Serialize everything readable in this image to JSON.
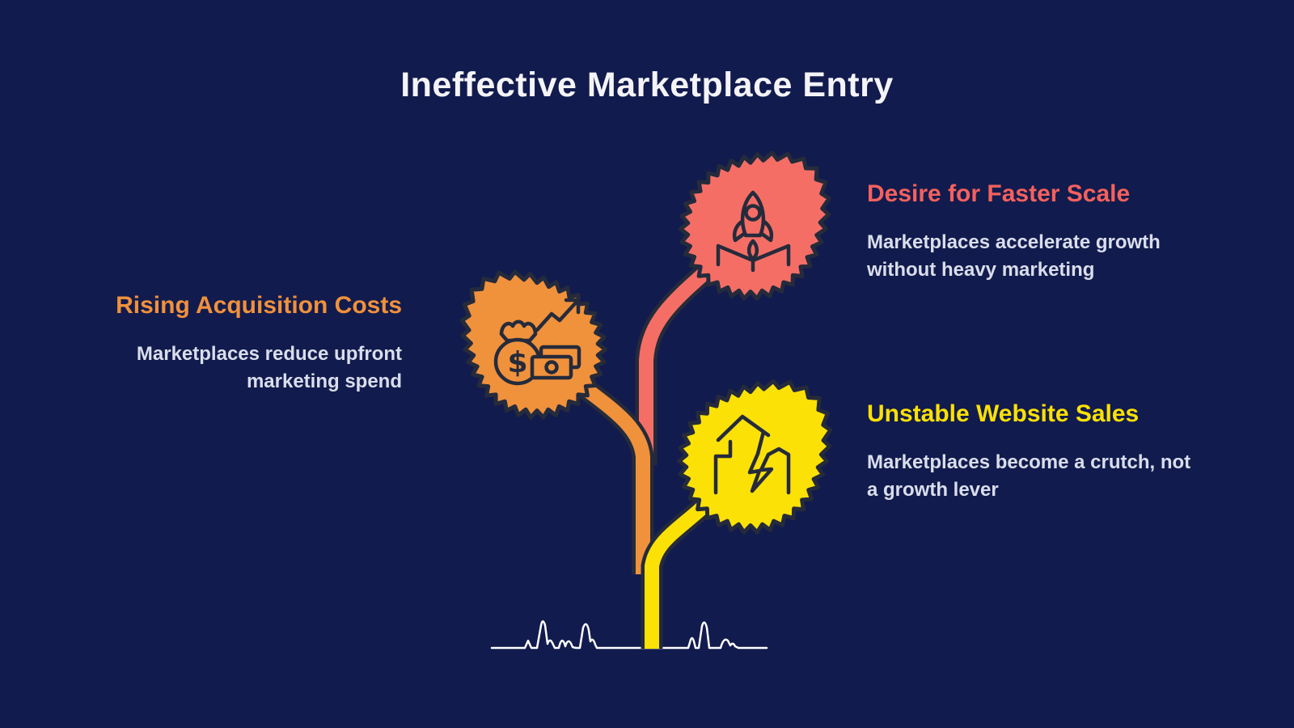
{
  "title": "Ineffective Marketplace Entry",
  "colors": {
    "background": "#121b4d",
    "title": "#f4f4f8",
    "body_text": "#d9deec",
    "outline": "#252b3b",
    "orange": "#f0913c",
    "coral": "#f4615d",
    "coral_leaf": "#f56e66",
    "yellow": "#fbe106",
    "ground_line": "#ffffff"
  },
  "items": [
    {
      "heading": "Rising Acquisition Costs",
      "heading_color": "#f0913c",
      "body_line1": "Marketplaces reduce upfront",
      "body_line2": "marketing spend"
    },
    {
      "heading": "Desire for Faster Scale",
      "heading_color": "#f4615d",
      "body_line1": "Marketplaces accelerate growth",
      "body_line2": "without heavy marketing"
    },
    {
      "heading": "Unstable Website Sales",
      "heading_color": "#fbe106",
      "body_line1": "Marketplaces become a crutch, not",
      "body_line2": "a growth lever"
    }
  ],
  "icons": {
    "money_symbol": "$"
  }
}
